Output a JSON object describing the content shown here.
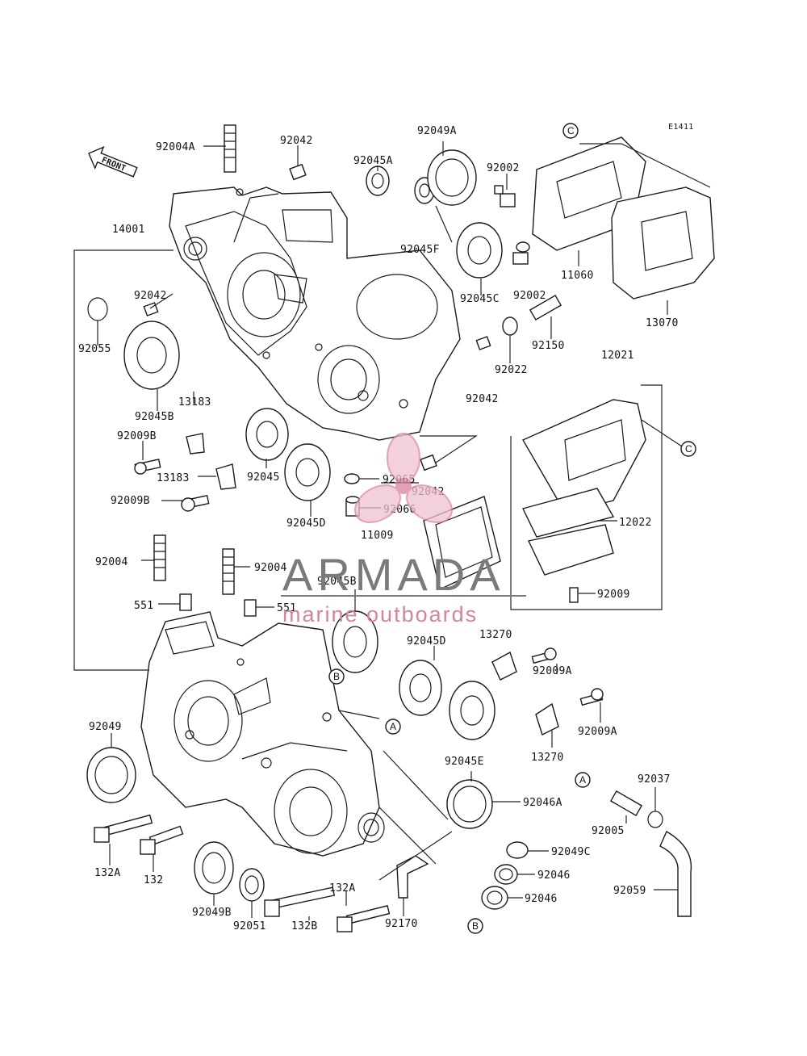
{
  "diagram": {
    "code": "E1411",
    "front_label": "FRONT",
    "labels": [
      "92004A",
      "92042",
      "92045A",
      "92049A",
      "92002",
      "14001",
      "92045F",
      "92042",
      "92002",
      "11060",
      "92055",
      "92045C",
      "13070",
      "92150",
      "92022",
      "92045B",
      "12021",
      "92042",
      "13183",
      "92009B",
      "13183",
      "92045",
      "92065",
      "92042",
      "92009B",
      "92045D",
      "92066",
      "11009",
      "12022",
      "92004",
      "92004",
      "92045B",
      "92009",
      "551",
      "551",
      "13270",
      "92045D",
      "92009A",
      "92049",
      "92009A",
      "13270",
      "92045E",
      "92037",
      "92046A",
      "92005",
      "132A",
      "132",
      "92049C",
      "92046",
      "92059",
      "132A",
      "92046",
      "92049B",
      "92051",
      "132B",
      "92170"
    ],
    "callouts": [
      "C",
      "C",
      "B",
      "A",
      "A",
      "B"
    ]
  },
  "watermark": {
    "brand": "ARMADA",
    "tagline": "marine outboards",
    "accent_color": "#d9829e",
    "brand_color": "#7a7a7a"
  }
}
